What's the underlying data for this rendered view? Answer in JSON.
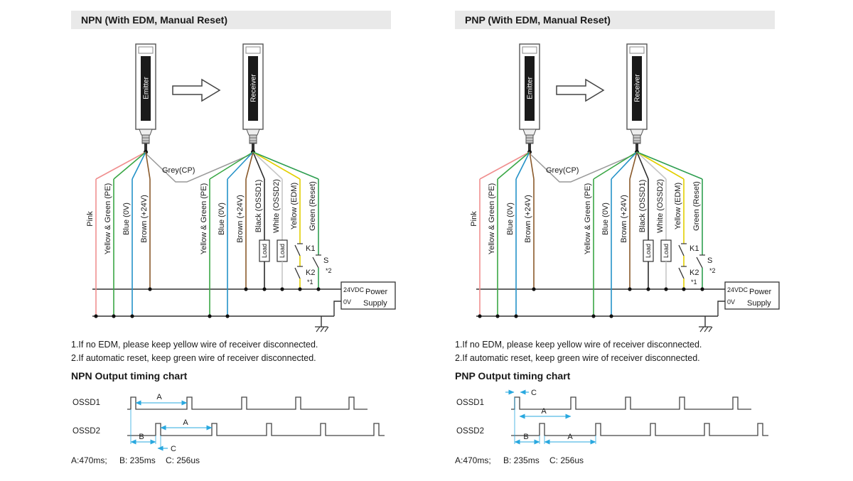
{
  "colors": {
    "titlebar_bg": "#e9e9e9",
    "line": "#333333",
    "dimension_arrow": "#29a8df"
  },
  "panels": [
    {
      "variant": "npn",
      "title": "NPN (With EDM, Manual Reset)",
      "emitter": {
        "label": "Emitter"
      },
      "receiver": {
        "label": "Receiver"
      },
      "cp_label": "Grey(CP)",
      "emitter_wires": [
        {
          "label": "Pink",
          "color": "#f08f8f",
          "to": "bottom"
        },
        {
          "label": "Yellow & Green (PE)",
          "color": "#3aa745",
          "to": "bottom"
        },
        {
          "label": "Blue (0V)",
          "color": "#2492c8",
          "to": "bottom"
        },
        {
          "label": "Brown (+24V)",
          "color": "#8a5a2b",
          "to": "top"
        }
      ],
      "receiver_wires": [
        {
          "label": "Yellow & Green (PE)",
          "color": "#3aa745",
          "to": "bottom"
        },
        {
          "label": "Blue (0V)",
          "color": "#2492c8",
          "to": "bottom"
        },
        {
          "label": "Brown (+24V)",
          "color": "#8a5a2b",
          "to": "top"
        },
        {
          "label": "Black (OSSD1)",
          "color": "#2b2b2b",
          "to": "top",
          "component": "load"
        },
        {
          "label": "White (OSSD2)",
          "color": "#c6c6c6",
          "to": "top",
          "component": "load"
        },
        {
          "label": "Yellow (EDM)",
          "color": "#e3cf00",
          "to": "top",
          "component": "contacts"
        },
        {
          "label": "Green (Reset)",
          "color": "#2e9e50",
          "to": "top",
          "component": "switch"
        }
      ],
      "load_label": "Load",
      "contact_labels": {
        "k1": "K1",
        "k2": "K2",
        "k_note": "*1",
        "s": "S",
        "s_note": "*2"
      },
      "power_supply": {
        "v24": "24VDC",
        "v0": "0V",
        "line1": "Power",
        "line2": "Supply"
      },
      "notes": [
        "1.If no EDM, please keep yellow wire of receiver disconnected.",
        "2.If automatic reset, keep green wire of receiver disconnected."
      ],
      "timing": {
        "title": "NPN Output timing chart",
        "ch1": "OSSD1",
        "ch2": "OSSD2",
        "a": "A",
        "b": "B",
        "c": "C",
        "legend_a": "A:470ms;",
        "legend_b": "B: 235ms",
        "legend_c": "C: 256us"
      }
    },
    {
      "variant": "pnp",
      "title": "PNP (With EDM, Manual Reset)",
      "emitter": {
        "label": "Emitter"
      },
      "receiver": {
        "label": "Receiver"
      },
      "cp_label": "Grey(CP)",
      "emitter_wires": [
        {
          "label": "Pink",
          "color": "#f08f8f",
          "to": "bottom"
        },
        {
          "label": "Yellow & Green (PE)",
          "color": "#3aa745",
          "to": "bottom"
        },
        {
          "label": "Blue (0V)",
          "color": "#2492c8",
          "to": "bottom"
        },
        {
          "label": "Brown (+24V)",
          "color": "#8a5a2b",
          "to": "top"
        }
      ],
      "receiver_wires": [
        {
          "label": "Yellow & Green (PE)",
          "color": "#3aa745",
          "to": "bottom"
        },
        {
          "label": "Blue (0V)",
          "color": "#2492c8",
          "to": "bottom"
        },
        {
          "label": "Brown (+24V)",
          "color": "#8a5a2b",
          "to": "top"
        },
        {
          "label": "Black (OSSD1)",
          "color": "#2b2b2b",
          "to": "top",
          "component": "load"
        },
        {
          "label": "White (OSSD2)",
          "color": "#c6c6c6",
          "to": "top",
          "component": "load"
        },
        {
          "label": "Yellow (EDM)",
          "color": "#e3cf00",
          "to": "top",
          "component": "contacts"
        },
        {
          "label": "Green (Reset)",
          "color": "#2e9e50",
          "to": "top",
          "component": "switch"
        }
      ],
      "load_label": "Load",
      "contact_labels": {
        "k1": "K1",
        "k2": "K2",
        "k_note": "*1",
        "s": "S",
        "s_note": "*2"
      },
      "power_supply": {
        "v24": "24VDC",
        "v0": "0V",
        "line1": "Power",
        "line2": "Supply"
      },
      "notes": [
        "1.If no EDM, please keep yellow wire of receiver disconnected.",
        "2.If automatic reset, keep green wire of receiver disconnected."
      ],
      "timing": {
        "title": "PNP Output timing chart",
        "ch1": "OSSD1",
        "ch2": "OSSD2",
        "a": "A",
        "b": "B",
        "c": "C",
        "legend_a": "A:470ms;",
        "legend_b": "B: 235ms",
        "legend_c": "C: 256us"
      }
    }
  ]
}
